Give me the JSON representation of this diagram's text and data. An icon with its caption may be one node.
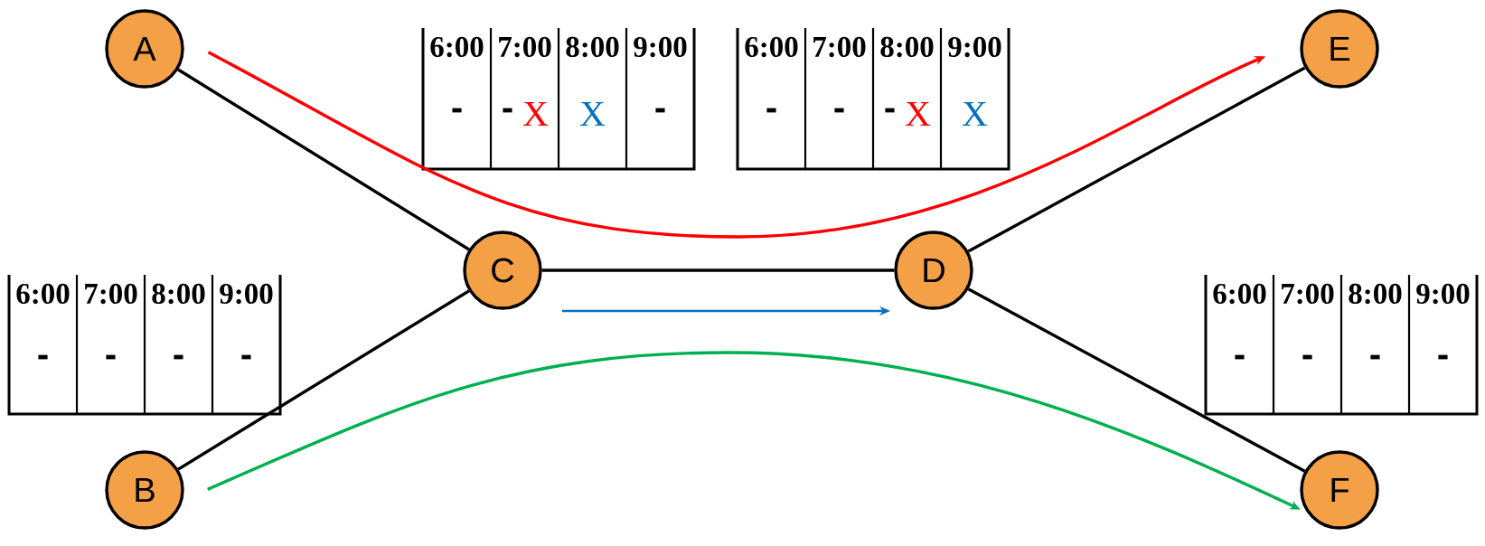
{
  "diagram": {
    "nodes": [
      {
        "text": [
          "A"
        ]
      },
      {
        "text": [
          "B"
        ]
      },
      {
        "text": [
          "C"
        ]
      },
      {
        "text": [
          "D"
        ]
      },
      {
        "text": [
          "E"
        ]
      },
      {
        "text": [
          "F"
        ]
      },
      {
        "text": [
          "6:00",
          "7:00",
          "8:00",
          "9:00",
          "-",
          "-",
          "-",
          "-"
        ]
      },
      {
        "text": [
          "6:00",
          "7:00",
          "8:00",
          "9:00",
          "-",
          "-",
          "X",
          "X",
          "-"
        ]
      },
      {
        "text": [
          "6:00",
          "7:00",
          "8:00",
          "9:00",
          "-",
          "-",
          "-",
          "X",
          "X"
        ]
      },
      {
        "text": [
          "6:00",
          "7:00",
          "8:00",
          "9:00",
          "-",
          "-",
          "-",
          "-"
        ]
      }
    ],
    "edges": [
      {
        "from": 0,
        "to": 2,
        "arrow": "none"
      },
      {
        "from": 1,
        "to": 2,
        "arrow": "none"
      },
      {
        "from": 2,
        "to": 3,
        "arrow": "none"
      },
      {
        "from": 3,
        "to": 4,
        "arrow": "none"
      },
      {
        "from": 3,
        "to": 5,
        "arrow": "none"
      },
      {
        "from": 0,
        "to": 4,
        "arrow": "to",
        "color": "#ff0000"
      },
      {
        "from": 1,
        "to": 5,
        "arrow": "to",
        "color": "#00b050"
      }
    ]
  }
}
